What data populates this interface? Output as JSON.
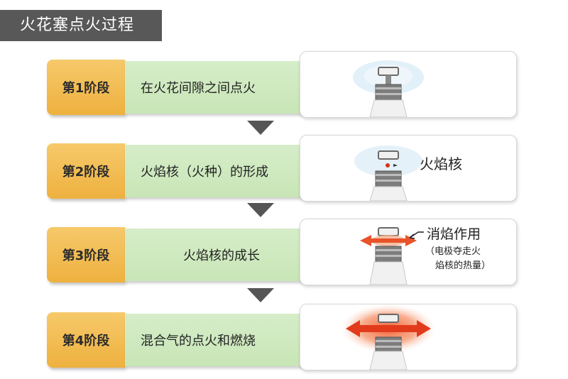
{
  "title": "火花塞点火过程",
  "stages": [
    {
      "label": "第1阶段",
      "description": "在火花间隙之间点火"
    },
    {
      "label": "第2阶段",
      "description": "火焰核（火种）的形成",
      "callout": "火焰核"
    },
    {
      "label": "第3阶段",
      "description": "火焰核的成长",
      "callout": "消焰作用",
      "callout_sub1": "（电极夺走火",
      "callout_sub2": "焰核的热量）"
    },
    {
      "label": "第4阶段",
      "description": "混合气的点火和燃烧"
    }
  ],
  "colors": {
    "title_bg": "#585858",
    "stage_label_bg": "#eeb13f",
    "stage_desc_bg": "#c8e6b6",
    "arrow": "#555555",
    "flame_arrow": "#e8532a"
  }
}
